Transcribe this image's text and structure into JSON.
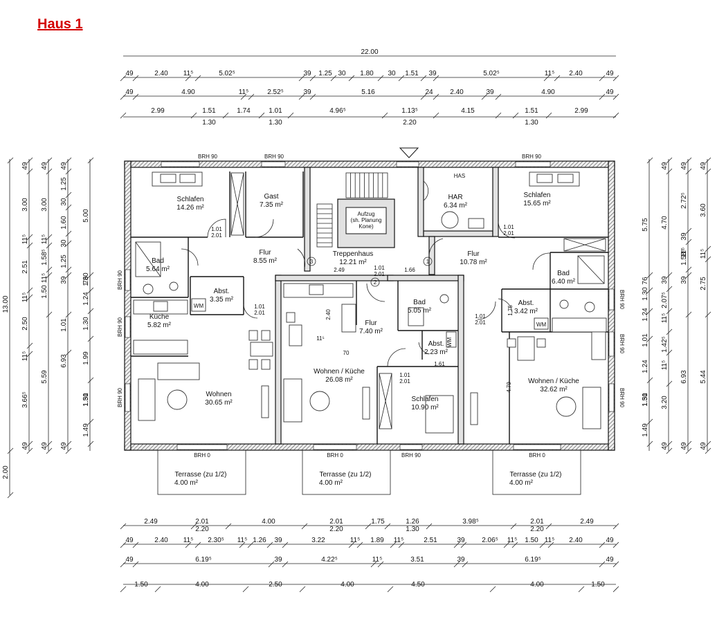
{
  "title": "Haus 1",
  "dim_top": {
    "overall": "22.00",
    "row1": [
      "49",
      "2.40",
      "11⁵",
      "5.02⁵",
      "39",
      "1.25",
      "30",
      "1.80",
      "30",
      "1.51",
      "39",
      "5.02⁵",
      "11⁵",
      "2.40",
      "49"
    ],
    "row2": [
      "49",
      "4.90",
      "11⁵",
      "2.52⁵",
      "39",
      "5.16",
      "24",
      "2.40",
      "39",
      "4.90",
      "49"
    ],
    "row3a": [
      "2.99",
      "1.51",
      "1.74",
      "1.01",
      "4.96⁵",
      "1.13⁵",
      "4.15",
      "1.51",
      "2.99"
    ],
    "row3b": [
      "1.30",
      "1.30",
      "2.20",
      "1.30"
    ]
  },
  "dim_bottom": {
    "row1a": [
      "2.49",
      "2.01",
      "4.00",
      "2.01",
      "1.75",
      "1.26",
      "3.98⁵",
      "2.01",
      "2.49"
    ],
    "row1b": [
      "2.20",
      "2.20",
      "1.30",
      "2.20"
    ],
    "row2": [
      "49",
      "2.40",
      "11⁵",
      "2.30⁵",
      "11⁵",
      "1.26",
      "39",
      "3.22",
      "11⁵",
      "1.89",
      "11⁵",
      "2.51",
      "39",
      "2.06⁵",
      "11⁵",
      "1.50",
      "11⁵",
      "2.40",
      "49"
    ],
    "row3": [
      "49",
      "6.19⁵",
      "39",
      "4.22⁵",
      "11⁵",
      "3.51",
      "39",
      "6.19⁵",
      "49"
    ],
    "row4": [
      "1.50",
      "4.00",
      "2.50",
      "4.00",
      "4.50",
      "4.00",
      "1.50"
    ]
  },
  "dim_left": {
    "c1": [
      "13.00",
      "2.00"
    ],
    "c2": [
      "49",
      "3.00",
      "11⁵",
      "2.51",
      "11⁵",
      "2.50",
      "11⁵",
      "3.66⁵",
      "49"
    ],
    "c3": [
      "49",
      "3.00",
      "11⁵",
      "1.58⁵",
      "11⁵",
      "1.50",
      "5.59",
      "49"
    ],
    "c4": [
      "49",
      "1.25",
      "30",
      "1.60",
      "30",
      "1.25",
      "39",
      "1.01",
      "6.93",
      "49"
    ],
    "c5": [
      "5.00",
      "76",
      "1.30",
      "1.24",
      "1.30",
      "1.99",
      "1.51",
      "1.30",
      "1.49"
    ]
  },
  "dim_right": {
    "c1": [
      "5.75",
      "1.30",
      "76",
      "1.24",
      "1.01",
      "1.24",
      "1.51",
      "1.30",
      "1.49"
    ],
    "c2": [
      "49",
      "4.70",
      "39",
      "2.07⁵",
      "11⁵",
      "1.42⁵",
      "11⁵",
      "3.20",
      "49"
    ],
    "c3": [
      "49",
      "2.72⁵",
      "39",
      "1.58⁵",
      "11⁵",
      "39",
      "6.93",
      "49"
    ],
    "c4": [
      "49",
      "3.60",
      "11⁵",
      "2.75",
      "5.44",
      "49"
    ]
  },
  "rooms": [
    {
      "name": "Schlafen",
      "area": "14.26 m²"
    },
    {
      "name": "Gast",
      "area": "7.35 m²"
    },
    {
      "name": "Bad",
      "area": "5.64 m²"
    },
    {
      "name": "Flur",
      "area": "8.55 m²"
    },
    {
      "name": "Abst.",
      "area": "3.35 m²"
    },
    {
      "name": "Küche",
      "area": "5.82 m²"
    },
    {
      "name": "Wohnen",
      "area": "30.65 m²"
    },
    {
      "name": "Treppenhaus",
      "area": "12.21 m²"
    },
    {
      "name": "HAR",
      "area": "6.34 m²"
    },
    {
      "name": "Schlafen",
      "area": "15.65 m²"
    },
    {
      "name": "Flur",
      "area": "10.78 m²"
    },
    {
      "name": "Bad",
      "area": "6.40 m²"
    },
    {
      "name": "Bad",
      "area": "5.05 m²"
    },
    {
      "name": "Flur",
      "area": "7.40 m²"
    },
    {
      "name": "Abst.",
      "area": "2.23 m²"
    },
    {
      "name": "Wohnen / Küche",
      "area": "26.08 m²"
    },
    {
      "name": "Schlafen",
      "area": "10.90 m²"
    },
    {
      "name": "Abst.",
      "area": "3.42 m²"
    },
    {
      "name": "Wohnen / Küche",
      "area": "32.62 m²"
    }
  ],
  "terraces": [
    {
      "name": "Terrasse (zu 1/2)",
      "area": "4.00 m²"
    },
    {
      "name": "Terrasse (zu 1/2)",
      "area": "4.00 m²"
    },
    {
      "name": "Terrasse (zu 1/2)",
      "area": "4.00 m²"
    }
  ],
  "elevator": {
    "l1": "Aufzug",
    "l2": "(sh. Planung",
    "l3": "Kone)"
  },
  "labels": {
    "brh90": "BRH 90",
    "brh0": "BRH 0",
    "has": "HAS",
    "wm": "WM",
    "d101": "1.01",
    "d201": "2.01",
    "d249": "2.49",
    "d166": "1.66",
    "d240": "2.40",
    "d479": "4.79",
    "d70": "70",
    "d161": "1.61",
    "d175": "1.75",
    "d11": "11⁵",
    "c1": "1",
    "c2": "2",
    "c3": "3"
  }
}
